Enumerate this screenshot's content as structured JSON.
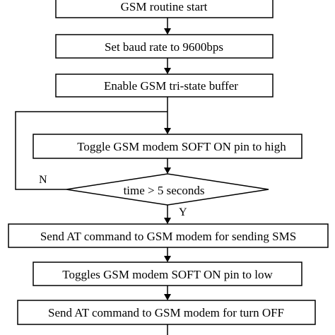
{
  "flowchart": {
    "steps": [
      {
        "label": "GSM routine start"
      },
      {
        "label": "Set baud rate to 9600bps"
      },
      {
        "label": "Enable GSM tri-state buffer"
      },
      {
        "label": "Toggle GSM modem SOFT ON pin to high"
      },
      {
        "label": "Send AT command to GSM modem for sending SMS"
      },
      {
        "label": "Toggles GSM modem SOFT ON pin to low"
      },
      {
        "label": "Send AT command to GSM modem for turn OFF"
      }
    ],
    "decision": {
      "label": "time > 5 seconds",
      "no_label": "N",
      "yes_label": "Y"
    }
  }
}
